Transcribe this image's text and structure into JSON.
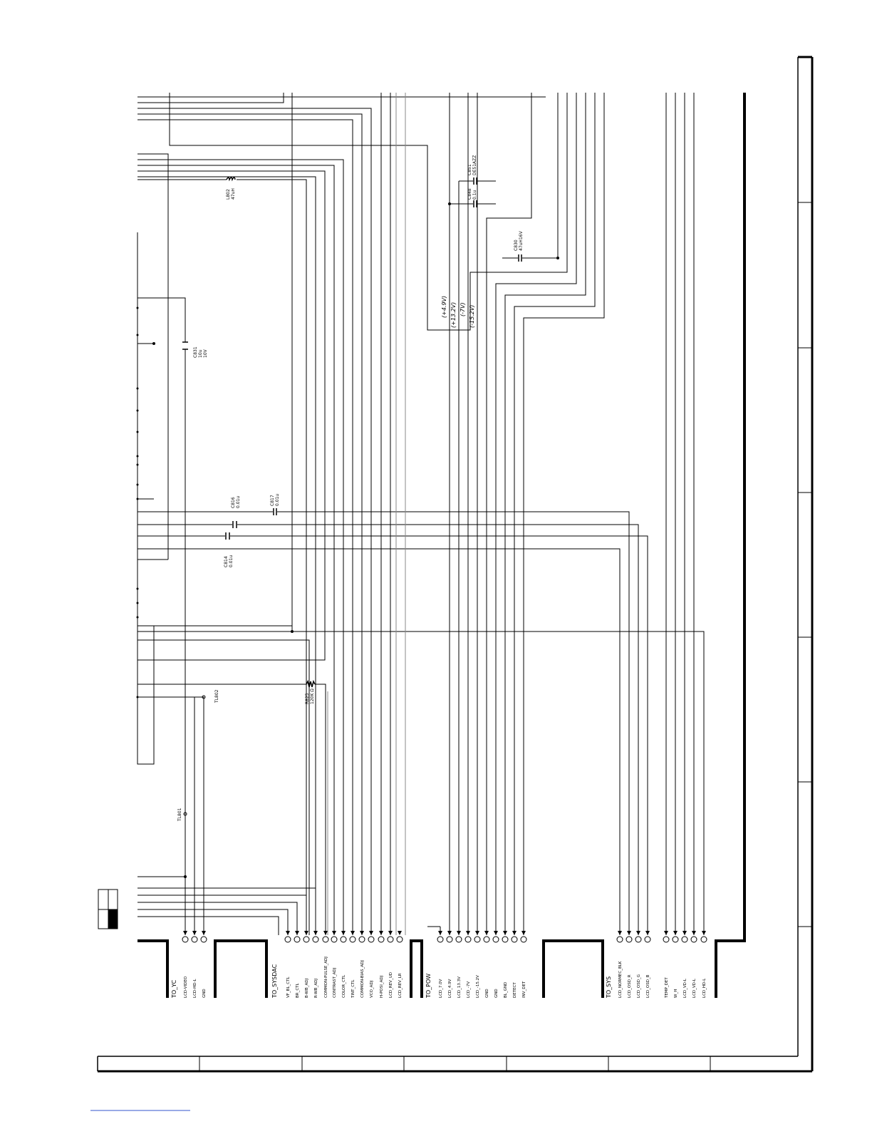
{
  "connectors": [
    {
      "name": "TO_YC",
      "pins": [
        "LCD-VIDEO",
        "LCD-HD-L",
        "GND"
      ]
    },
    {
      "name": "TO_SYSDAC",
      "pins": [
        "VF_BL_CTL",
        "BR_CTL",
        "B-WB_ADJ",
        "R-WB_ADJ",
        "COMMON-PULSE_ADJ",
        "CONTRAST_ADJ",
        "COLOR_CTL",
        "TINT_CTL",
        "COMMON-BIAS_ADJ",
        "VCO_ADJ",
        "H-POSI_ADJ",
        "LCD_REV_UD",
        "LCD_REV_LR"
      ]
    },
    {
      "name": "TO_POW",
      "pins": [
        "LCD_7.0V",
        "LCD_4.9V",
        "LCD_13.3V",
        "LCD_-7V",
        "LCD_-15.2V",
        "GND",
        "GND",
        "BL_GND",
        "DETECT",
        "INV_DET"
      ]
    },
    {
      "name": "TO_SYS",
      "pins": [
        "LCD_NORMEC_BLK",
        "LCD_OSD_R",
        "LCD_OSD_G",
        "LCD_OSD_B",
        "TEMP_DET",
        "W_H",
        "LCD_VD-L",
        "LCD_VD-L",
        "LCD_HD-L"
      ]
    }
  ],
  "components": [
    {
      "ref": "L802",
      "value": "47uH"
    },
    {
      "ref": "C831",
      "value": "10u",
      "voltage": "10V"
    },
    {
      "ref": "C816",
      "value": "0.01u"
    },
    {
      "ref": "C817",
      "value": "0.01u"
    },
    {
      "ref": "C814",
      "value": "0.01u"
    },
    {
      "ref": "C848",
      "value": "0.1u"
    },
    {
      "ref": "C851",
      "value": "DE51AZZ"
    },
    {
      "ref": "C830",
      "value": "47uH16V"
    },
    {
      "ref": "R825",
      "value": "120K Ω"
    }
  ],
  "test_points": [
    "TL802",
    "TL801"
  ],
  "voltage_rails": [
    "(+4.9V)",
    "(+13.2V)",
    "(-7V)",
    "(-15.2V)"
  ]
}
